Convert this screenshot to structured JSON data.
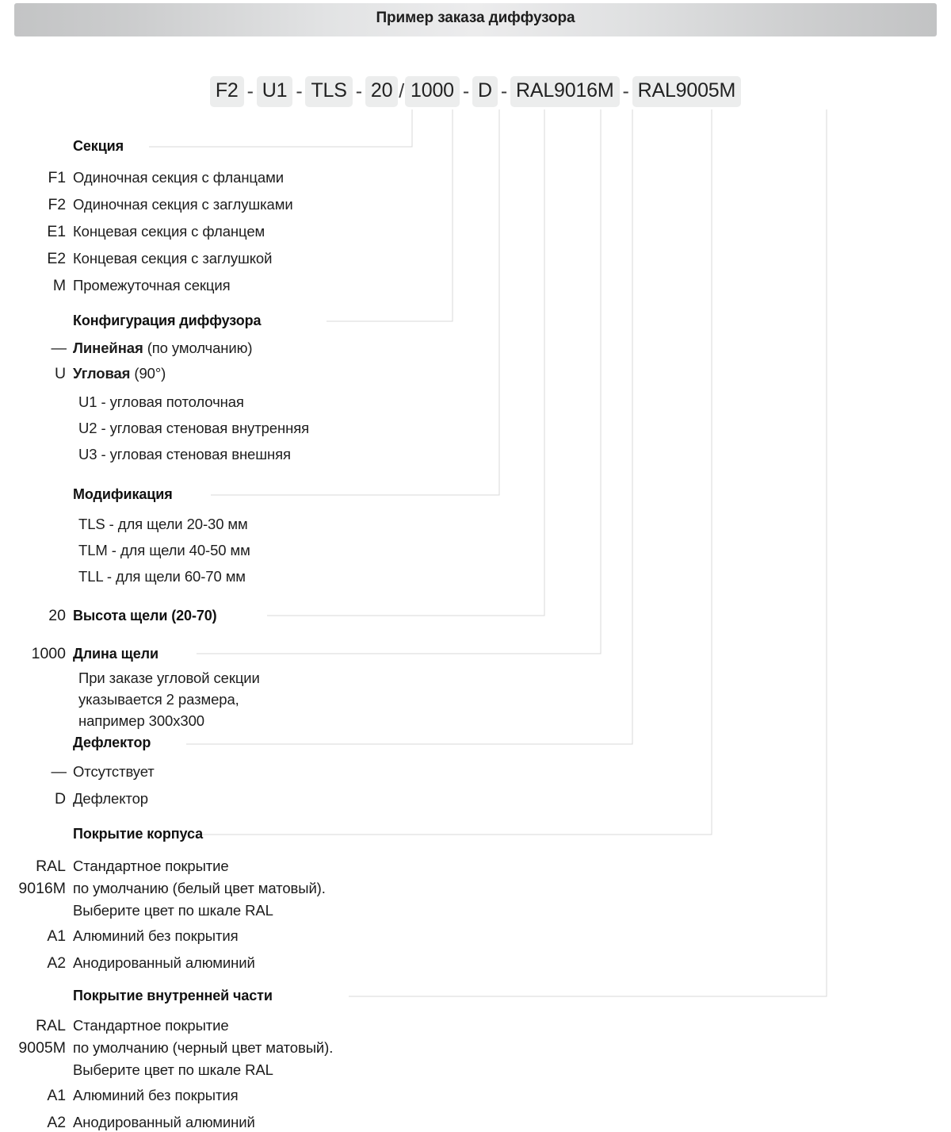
{
  "header": {
    "title": "Пример заказа диффузора"
  },
  "code": {
    "parts": [
      {
        "text": "F2",
        "type": "chip"
      },
      {
        "text": "-",
        "type": "sep"
      },
      {
        "text": "U1",
        "type": "chip"
      },
      {
        "text": "-",
        "type": "sep"
      },
      {
        "text": "TLS",
        "type": "chip"
      },
      {
        "text": "-",
        "type": "sep"
      },
      {
        "text": "20",
        "type": "chip"
      },
      {
        "text": "/",
        "type": "slash"
      },
      {
        "text": "1000",
        "type": "chip"
      },
      {
        "text": "-",
        "type": "sep"
      },
      {
        "text": "D",
        "type": "chip"
      },
      {
        "text": "-",
        "type": "sep"
      },
      {
        "text": "RAL9016M",
        "type": "chip"
      },
      {
        "text": "-",
        "type": "sep"
      },
      {
        "text": "RAL9005M",
        "type": "chip"
      }
    ],
    "p0": "F2",
    "p1": "-",
    "p2": "U1",
    "p3": "-",
    "p4": "TLS",
    "p5": "-",
    "p6": "20",
    "p7": "/",
    "p8": "1000",
    "p9": "-",
    "p10": "D",
    "p11": "-",
    "p12": "RAL9016M",
    "p13": "-",
    "p14": "RAL9005M"
  },
  "sections": {
    "section": {
      "title": "Секция",
      "rows": [
        {
          "code": "F1",
          "desc": "Одиночная секция с  фланцами"
        },
        {
          "code": "F2",
          "desc": "Одиночная секция с заглушками"
        },
        {
          "code": "E1",
          "desc": "Концевая секция с фланцем"
        },
        {
          "code": "E2",
          "desc": "Концевая секция с заглушкой"
        },
        {
          "code": "M",
          "desc": "Промежуточная секция"
        }
      ]
    },
    "config": {
      "title": "Конфигурация диффузора",
      "rows": [
        {
          "code": "—",
          "bold": "Линейная",
          "rest": " (по умолчанию)"
        },
        {
          "code": "U",
          "bold": "Угловая",
          "rest": " (90°)"
        }
      ],
      "subs": [
        "U1 - угловая потолочная",
        "U2 - угловая стеновая внутренняя",
        "U3 - угловая стеновая внешняя"
      ]
    },
    "modification": {
      "title": "Модификация",
      "subs": [
        "TLS -  для щели 20-30 мм",
        "TLM -  для щели 40-50 мм",
        "TLL -  для щели 60-70 мм"
      ]
    },
    "height": {
      "code": "20",
      "title": "Высота щели (20-70)"
    },
    "length": {
      "code": "1000",
      "title": "Длина щели",
      "note": "При заказе угловой секции\nуказывается 2 размера,\nнапример 300х300"
    },
    "deflector": {
      "title": "Дефлектор",
      "rows": [
        {
          "code": "—",
          "desc": "Отсутствует"
        },
        {
          "code": "D",
          "desc": "Дефлектор"
        }
      ]
    },
    "body_coating": {
      "title": "Покрытие корпуса",
      "code_line1": "RAL",
      "code_line2": "9016M",
      "note": "Стандартное покрытие\nпо умолчанию (белый цвет матовый).\nВыберите цвет по шкале RAL",
      "rows": [
        {
          "code": "A1",
          "desc": "Алюминий без покрытия"
        },
        {
          "code": "A2",
          "desc": "Анодированный алюминий"
        }
      ]
    },
    "inner_coating": {
      "title": "Покрытие внутренней части",
      "code_line1": "RAL",
      "code_line2": "9005M",
      "note": "Стандартное покрытие\nпо умолчанию (черный цвет матовый).\nВыберите цвет по шкале RAL",
      "rows": [
        {
          "code": "A1",
          "desc": "Алюминий без покрытия"
        },
        {
          "code": "A2",
          "desc": "Анодированный алюминий"
        }
      ]
    }
  },
  "colors": {
    "chip_bg": "#eceded",
    "leader_line": "#d8d8d8",
    "text": "#1d1d1d",
    "header_gradient_dark": "#c3c4c5",
    "header_gradient_light": "#ececed"
  }
}
